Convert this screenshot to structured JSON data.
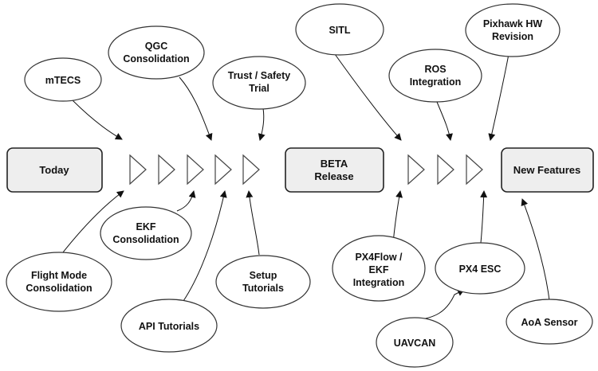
{
  "boxes": {
    "today": "Today",
    "beta": [
      "BETA",
      "Release"
    ],
    "new_features": "New Features"
  },
  "bubbles": {
    "mtecs": [
      "mTECS"
    ],
    "qgc": [
      "QGC",
      "Consolidation"
    ],
    "trust": [
      "Trust / Safety",
      "Trial"
    ],
    "sitl": [
      "SITL"
    ],
    "ros": [
      "ROS",
      "Integration"
    ],
    "pixhawk": [
      "Pixhawk HW",
      "Revision"
    ],
    "ekf": [
      "EKF",
      "Consolidation"
    ],
    "flight_mode": [
      "Flight Mode",
      "Consolidation"
    ],
    "api": [
      "API Tutorials"
    ],
    "setup": [
      "Setup",
      "Tutorials"
    ],
    "px4flow": [
      "PX4Flow /",
      "EKF",
      "Integration"
    ],
    "px4esc": [
      "PX4 ESC"
    ],
    "uavcan": [
      "UAVCAN"
    ],
    "aoa": [
      "AoA Sensor"
    ]
  }
}
